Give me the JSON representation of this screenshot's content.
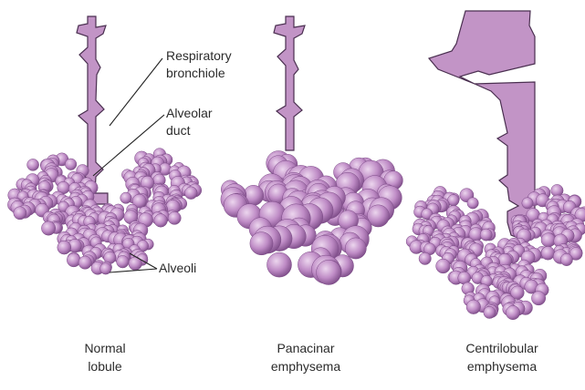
{
  "labels": {
    "respiratory_line1": "Respiratory",
    "respiratory_line2": "bronchiole",
    "alveolar_line1": "Alveolar",
    "alveolar_line2": "duct",
    "alveoli": "Alveoli"
  },
  "captions": [
    {
      "line1": "Normal",
      "line2": "lobule"
    },
    {
      "line1": "Panacinar",
      "line2": "emphysema"
    },
    {
      "line1": "Centrilobular",
      "line2": "emphysema"
    }
  ],
  "colors": {
    "airway_fill": "#c294c6",
    "airway_stroke": "#4a2f50",
    "alveolus_light": "#ecd6ee",
    "alveolus_mid": "#bf8cc6",
    "alveolus_dark": "#7b4a86",
    "leader_line": "#222222"
  }
}
